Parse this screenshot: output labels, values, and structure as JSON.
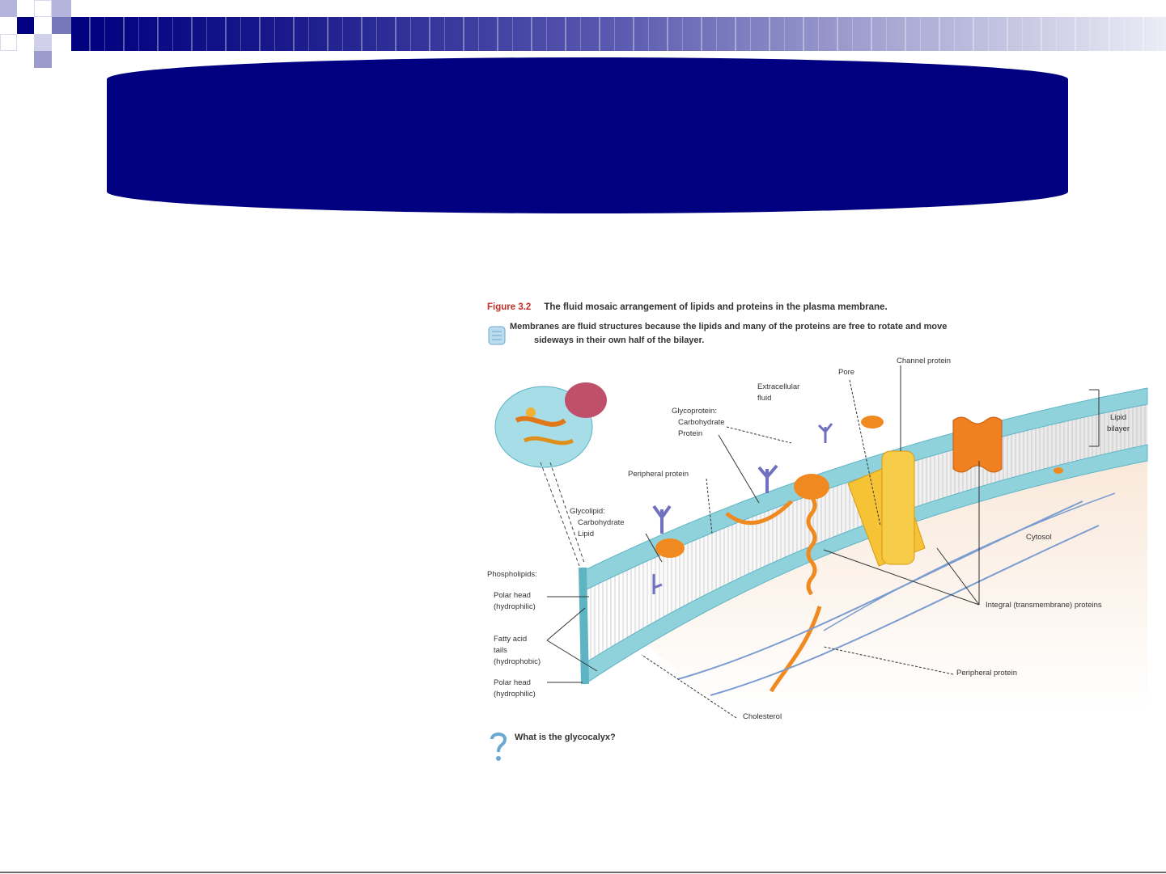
{
  "slide": {
    "colors": {
      "navy": "#000080",
      "mid_blue": "#7777bb",
      "light_blue": "#b4b4dc"
    }
  },
  "figure": {
    "number": "Figure 3.2",
    "caption": "The fluid mosaic arrangement of lipids and proteins in the plasma membrane.",
    "lead_line1": "Membranes are fluid structures because the lipids and many of the proteins are free to rotate and move",
    "lead_line2": "sideways in their own half of the bilayer.",
    "question": "What is the glycocalyx?",
    "labels": {
      "channel_protein": "Channel protein",
      "pore": "Pore",
      "extracellular_1": "Extracellular",
      "extracellular_2": "fluid",
      "glycoprotein_1": "Glycoprotein:",
      "glycoprotein_2": "Carbohydrate",
      "glycoprotein_3": "Protein",
      "lipid_bilayer_1": "Lipid",
      "lipid_bilayer_2": "bilayer",
      "peripheral_protein_top": "Peripheral protein",
      "glycolipid_1": "Glycolipid:",
      "glycolipid_2": "Carbohydrate",
      "glycolipid_3": "Lipid",
      "cytosol": "Cytosol",
      "phospholipids": "Phospholipids:",
      "polar_head_1a": "Polar head",
      "polar_head_1b": "(hydrophilic)",
      "fatty_acid_1": "Fatty acid",
      "fatty_acid_2": "tails",
      "fatty_acid_3": "(hydrophobic)",
      "polar_head_2a": "Polar head",
      "polar_head_2b": "(hydrophilic)",
      "integral_proteins": "Integral (transmembrane) proteins",
      "peripheral_protein_bottom": "Peripheral protein",
      "cholesterol": "Cholesterol"
    }
  }
}
